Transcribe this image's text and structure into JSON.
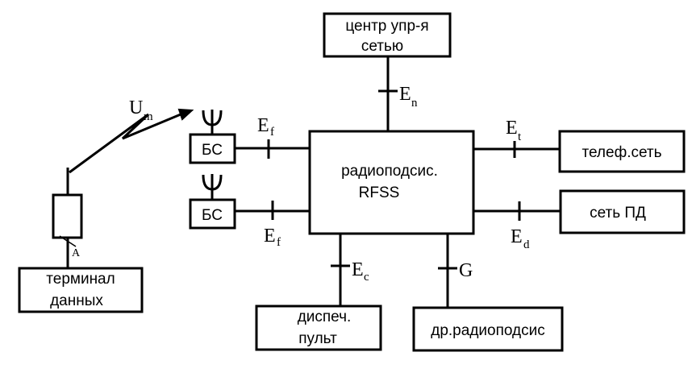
{
  "blocks": {
    "network_center": {
      "line1": "центр упр-я",
      "line2": "сетью"
    },
    "rfss": {
      "line1": "радиоподсис.",
      "line2": "RFSS"
    },
    "bs_top": "БС",
    "bs_bottom": "БС",
    "phone_net": "телеф.сеть",
    "data_net": "сеть ПД",
    "dispatcher": {
      "line1": "диспеч.",
      "line2": "пульт"
    },
    "other_rfss": "др.радиоподсис",
    "terminal": {
      "line1": "терминал",
      "line2": "данных"
    }
  },
  "interfaces": {
    "en": {
      "main": "E",
      "sub": "n"
    },
    "ef_top": {
      "main": "E",
      "sub": "f"
    },
    "ef_bottom": {
      "main": "E",
      "sub": "f"
    },
    "et": {
      "main": "E",
      "sub": "t"
    },
    "ed": {
      "main": "E",
      "sub": "d"
    },
    "ec": {
      "main": "E",
      "sub": "c"
    },
    "g": {
      "main": "G"
    },
    "um": {
      "main": "U",
      "sub": "m"
    },
    "a": {
      "main": "A"
    }
  }
}
